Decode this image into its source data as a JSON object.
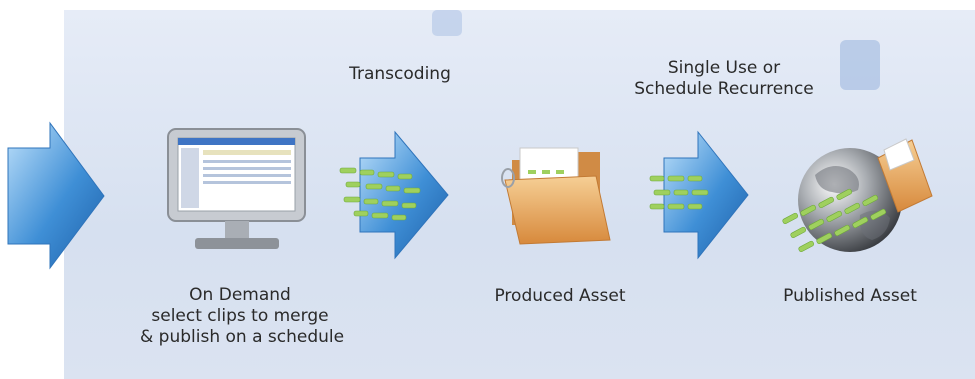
{
  "labels": {
    "transcoding": "Transcoding",
    "single_use_1": "Single Use or",
    "single_use_2": "Schedule Recurrence",
    "on_demand_1": "On Demand",
    "on_demand_2": "select clips to merge",
    "on_demand_3": "& publish on a schedule",
    "produced_asset": "Produced Asset",
    "published_asset": "Published Asset"
  },
  "colors": {
    "arrow_blue": "#3f8fd6",
    "stream_green": "#9fd05e",
    "folder_orange": "#e9a35a",
    "panel_blue": "#dbe3f1"
  },
  "icons": [
    "flow-arrow-icon",
    "monitor-icon",
    "data-stream-icon",
    "folder-icon",
    "globe-icon"
  ]
}
